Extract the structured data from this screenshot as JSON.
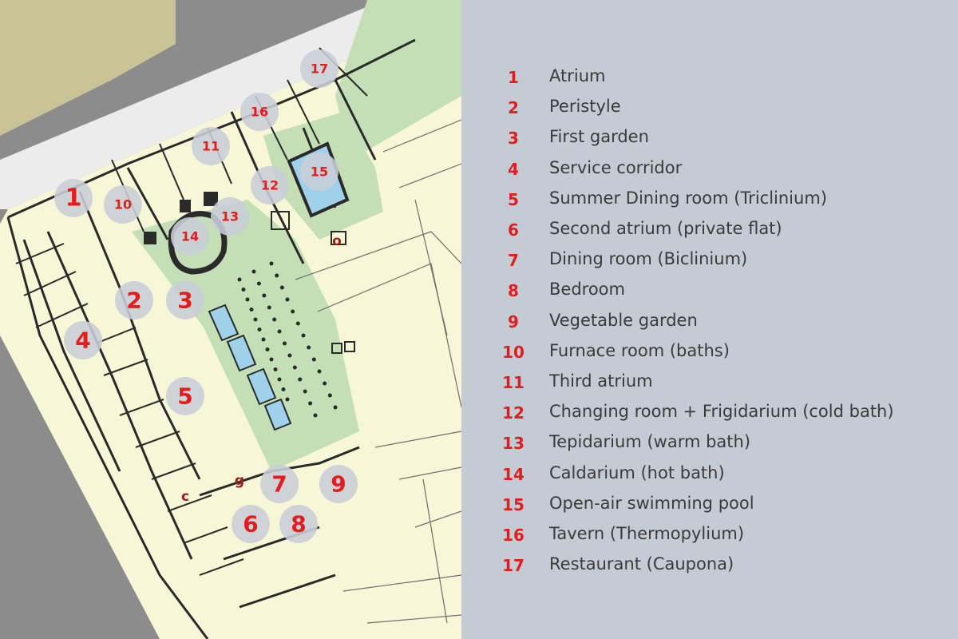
{
  "colors": {
    "accent_red": "#e21d1d",
    "letter_red": "#9b1c1c",
    "panel_bg": "#c5cbd4",
    "map_cream": "#f7f6d6",
    "map_green": "#c4dfb5",
    "water_blue": "#9fd1ea",
    "asphalt_gray": "#8c8c8c",
    "sand": "#c9c395",
    "wall_dark": "#2a2a2a"
  },
  "legend": [
    {
      "num": "1",
      "label": "Atrium"
    },
    {
      "num": "2",
      "label": "Peristyle"
    },
    {
      "num": "3",
      "label": "First garden"
    },
    {
      "num": "4",
      "label": "Service corridor"
    },
    {
      "num": "5",
      "label": "Summer Dining room (Triclinium)"
    },
    {
      "num": "6",
      "label": "Second atrium (private flat)"
    },
    {
      "num": "7",
      "label": "Dining room (Biclinium)"
    },
    {
      "num": "8",
      "label": "Bedroom"
    },
    {
      "num": "9",
      "label": "Vegetable garden"
    },
    {
      "num": "10",
      "label": "Furnace room (baths)"
    },
    {
      "num": "11",
      "label": "Third atrium"
    },
    {
      "num": "12",
      "label": "Changing room + Frigidarium (cold bath)"
    },
    {
      "num": "13",
      "label": "Tepidarium (warm bath)"
    },
    {
      "num": "14",
      "label": "Caldarium (hot bath)"
    },
    {
      "num": "15",
      "label": "Open-air swimming pool"
    },
    {
      "num": "16",
      "label": "Tavern (Thermopylium)"
    },
    {
      "num": "17",
      "label": "Restaurant (Caupona)"
    }
  ],
  "map_markers": [
    "1",
    "2",
    "3",
    "4",
    "5",
    "6",
    "7",
    "8",
    "9",
    "10",
    "11",
    "12",
    "13",
    "14",
    "15",
    "16",
    "17"
  ],
  "map_letters": [
    "c",
    "g",
    "o"
  ]
}
